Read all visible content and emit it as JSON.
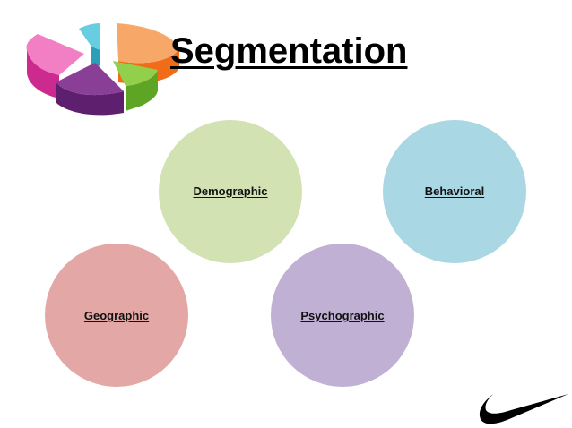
{
  "slide": {
    "title": "Segmentation"
  },
  "segments": [
    {
      "label": "Demographic",
      "color": "#d3e2b3"
    },
    {
      "label": "Behavioral",
      "color": "#a9d7e3"
    },
    {
      "label": "Geographic",
      "color": "#e3a8a6"
    },
    {
      "label": "Psychographic",
      "color": "#c0b1d4"
    }
  ],
  "pie_icon": {
    "colors": [
      "#f27ec4",
      "#67cde0",
      "#f7a868",
      "#92cf4a",
      "#8a3f97"
    ]
  }
}
